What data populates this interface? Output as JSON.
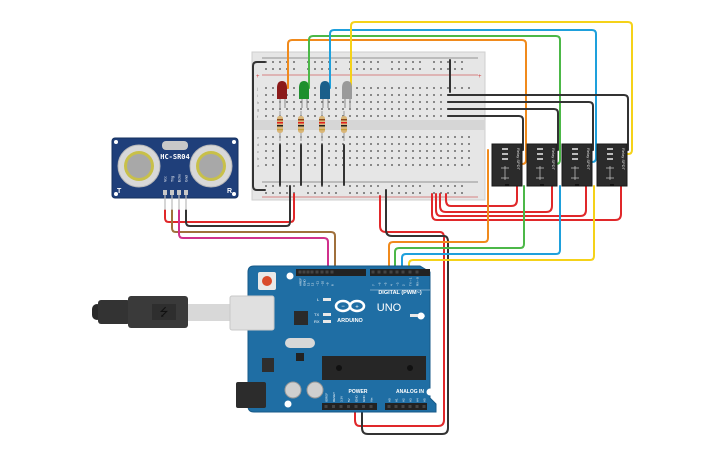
{
  "canvas": {
    "title": "Arduino ultrasonic distance sensor with LEDs and relays"
  },
  "sensor": {
    "model": "HC-SR04",
    "left_mark": "T",
    "right_mark": "R",
    "pins": [
      "Vcc",
      "Trig",
      "Echo",
      "Gnd"
    ]
  },
  "arduino": {
    "brand": "ARDUINO",
    "model": "UNO",
    "digital_label": "DIGITAL (PWM~)",
    "power_label": "POWER",
    "analog_label": "ANALOG IN",
    "on_label": "ON",
    "led_labels": [
      "L",
      "TX",
      "RX"
    ],
    "top_header_pins": [
      "AREF",
      "GND",
      "13",
      "12",
      "~11",
      "~10",
      "~9",
      "8",
      "7",
      "~6",
      "~5",
      "4",
      "~3",
      "2",
      "TX→1",
      "RX←0"
    ],
    "power_pins": [
      "IOREF",
      "RESET",
      "3.3V",
      "5V",
      "GND",
      "GND",
      "Vin"
    ],
    "analog_pins": [
      "A0",
      "A1",
      "A2",
      "A3",
      "A4",
      "A5"
    ]
  },
  "breadboard": {
    "row_letters_top": [
      "j",
      "i",
      "h",
      "g",
      "f"
    ],
    "row_letters_bottom": [
      "e",
      "d",
      "c",
      "b",
      "a"
    ],
    "rail_plus": "+",
    "rail_minus": "-"
  },
  "leds": [
    {
      "name": "red",
      "color": "#8b1a1a"
    },
    {
      "name": "green",
      "color": "#1e8f2e"
    },
    {
      "name": "blue",
      "color": "#1a5f8a"
    },
    {
      "name": "gray",
      "color": "#9a9a9a"
    }
  ],
  "relays": [
    {
      "label": "Relay SPDT"
    },
    {
      "label": "Relay SPDT"
    },
    {
      "label": "Relay SPDT"
    },
    {
      "label": "Relay SPDT"
    }
  ],
  "wire_colors": {
    "orange": "#f08a1c",
    "green": "#4cb848",
    "blue": "#1ea0dc",
    "yellow": "#f5d219",
    "red": "#e0282a",
    "black": "#333333",
    "brown": "#a0703c",
    "magenta": "#d0308c"
  }
}
